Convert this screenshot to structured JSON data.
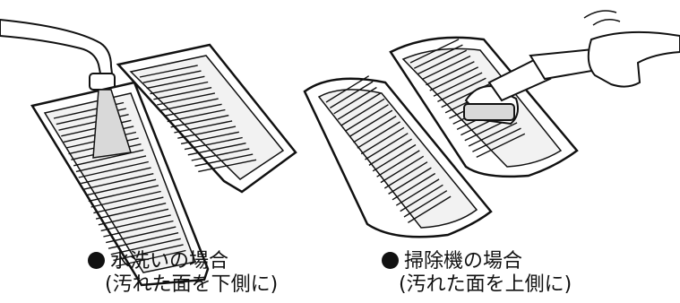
{
  "captions": {
    "water": {
      "title": "水洗いの場合",
      "note": "(汚れた面を下側に)"
    },
    "vacuum": {
      "title": "掃除機の場合",
      "note": "(汚れた面を上側に)"
    }
  },
  "colors": {
    "line": "#111111",
    "fill_gray": "#d9d9d9",
    "fill_white": "#ffffff"
  }
}
